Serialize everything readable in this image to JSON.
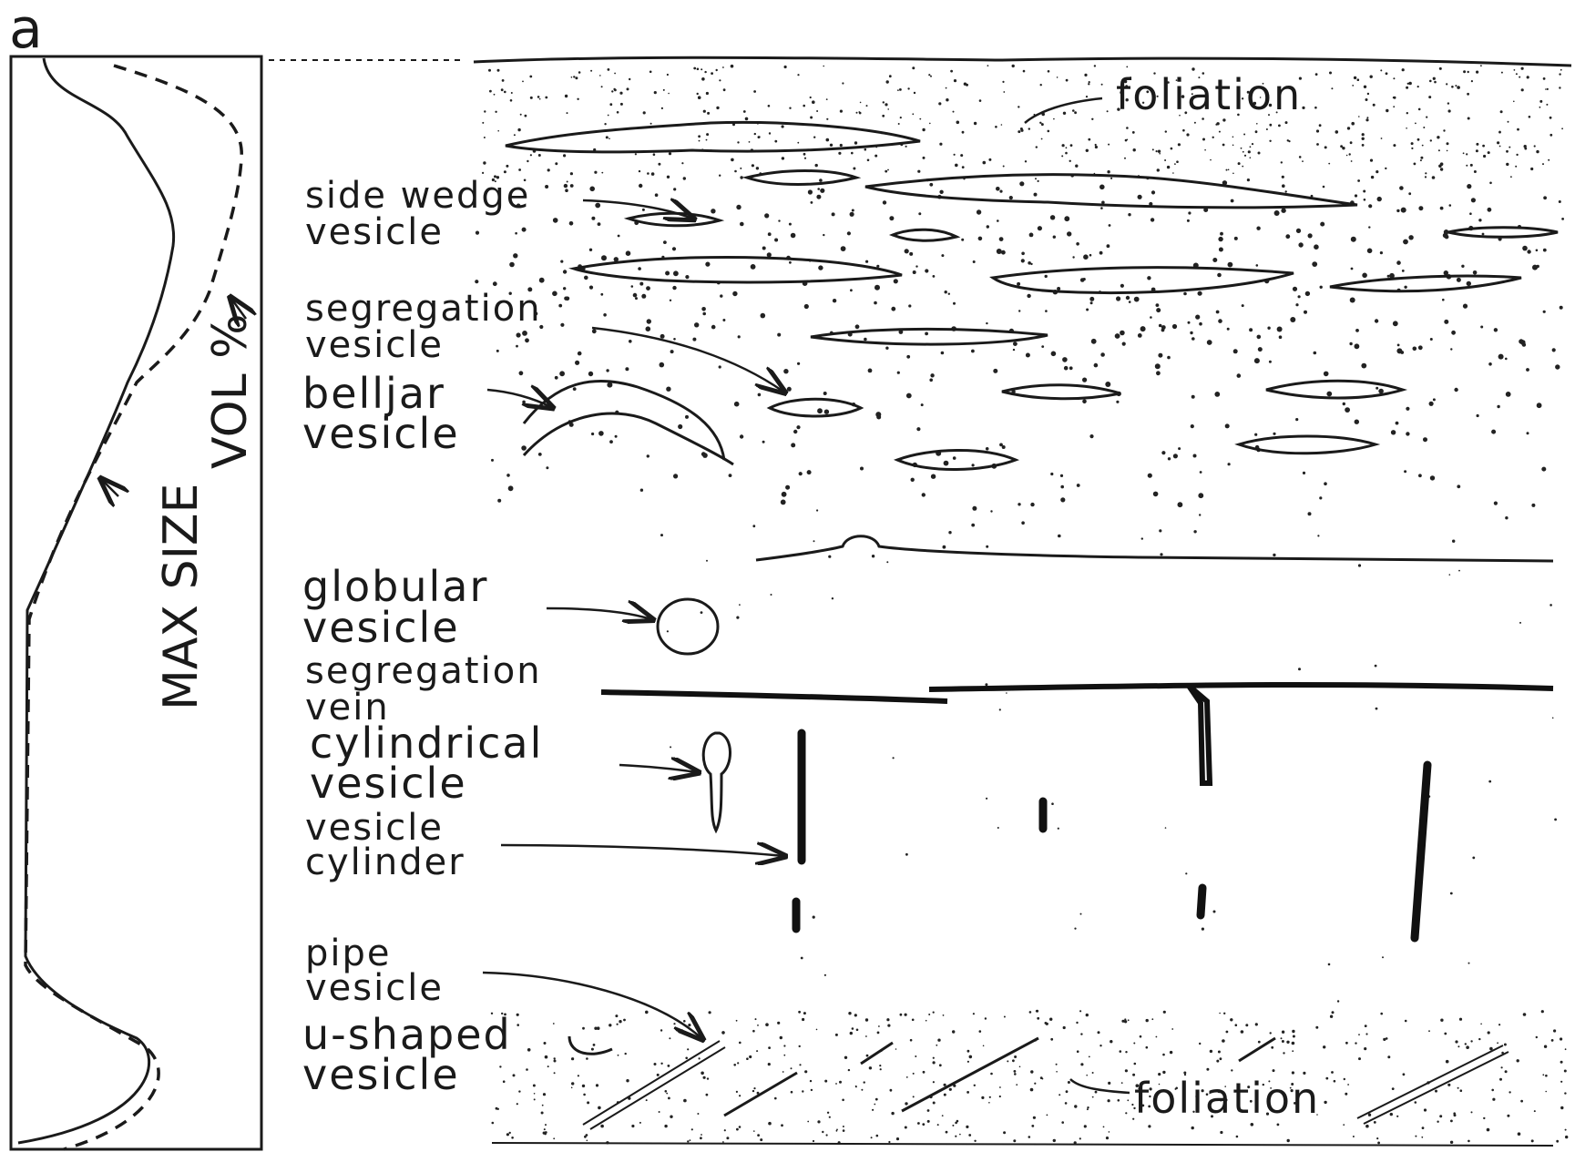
{
  "panel_label": "a",
  "profile": {
    "max_size_label": "MAX SIZE",
    "vol_label": "VOL %"
  },
  "labels": {
    "foliation_top": "foliation",
    "side_wedge_vesicle": [
      "side wedge",
      "vesicle"
    ],
    "segregation_vesicle": [
      "segregation",
      "vesicle"
    ],
    "belljar_vesicle": [
      "belljar",
      "vesicle"
    ],
    "globular_vesicle": [
      "globular",
      "vesicle"
    ],
    "segregation_vein": [
      "segregation",
      "vein"
    ],
    "cylindrical_vesicle": [
      "cylindrical",
      "vesicle"
    ],
    "vesicle_cylinder": [
      "vesicle",
      "cylinder"
    ],
    "pipe_vesicle": [
      "pipe",
      "vesicle"
    ],
    "u_shaped_vesicle": [
      "u-shaped",
      "vesicle"
    ],
    "foliation_bottom": "foliation"
  }
}
